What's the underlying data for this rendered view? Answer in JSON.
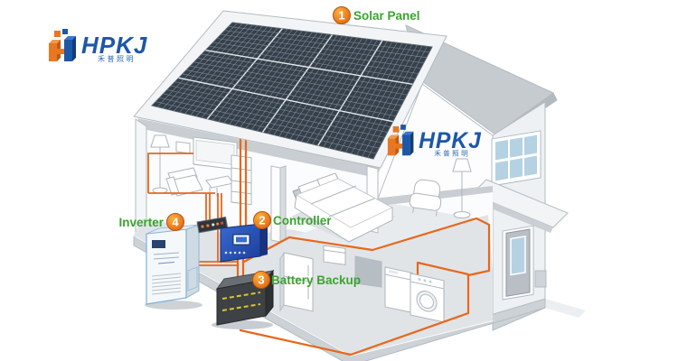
{
  "brand": {
    "name": "HPKJ",
    "subtitle": "禾普照明"
  },
  "callouts": [
    {
      "num": "1",
      "label": "Solar Panel"
    },
    {
      "num": "2",
      "label": "Controller"
    },
    {
      "num": "3",
      "label": "Battery Backup"
    },
    {
      "num": "4",
      "label": "Inverter"
    }
  ],
  "colors": {
    "wire": "#e8671b",
    "label_green": "#3aa42e",
    "logo_blue": "#1d57a8",
    "logo_orange": "#e87722",
    "panel_dark": "#36404a",
    "roof_gray": "#c6cbd0",
    "wall_white": "#fbfcfd",
    "floor_gray": "#e0e4e7",
    "controller_blue": "#2c55b0",
    "battery_dark": "#3e4145",
    "battery_vent": "#d9c62e",
    "glass_blue": "#b5d2e2"
  }
}
